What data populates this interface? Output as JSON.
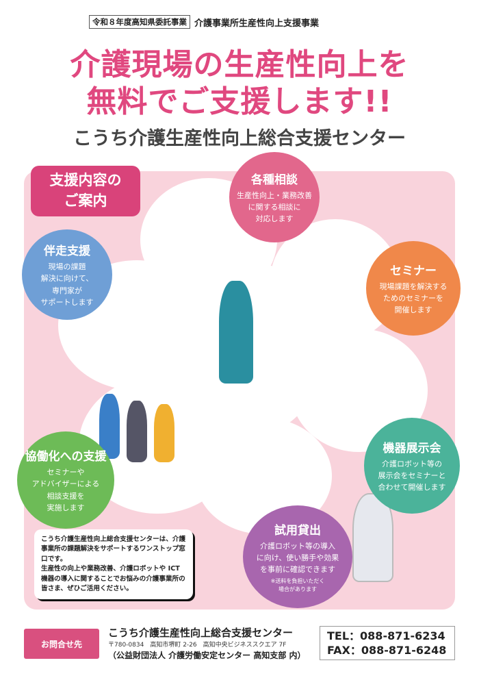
{
  "header": {
    "program_tag": "令和８年度高知県委託事業",
    "program_name": "介護事業所生産性向上支援事業",
    "title_line1": "介護現場の生産性向上を",
    "title_line2": "無料でご支援します!!",
    "subtitle": "こうち介護生産性向上総合支援センター"
  },
  "guide_label": "支援内容の\nご案内",
  "services": [
    {
      "title": "各種相談",
      "desc": "生産性向上・業務改善\nに関する相談に\n対応します",
      "color": "#e2678c"
    },
    {
      "title": "伴走支援",
      "desc": "現場の課題\n解決に向けて、\n専門家が\nサポートします",
      "color": "#6f9fd6"
    },
    {
      "title": "セミナー",
      "desc": "現場課題を解決する\nためのセミナーを\n開催します",
      "color": "#f0884a"
    },
    {
      "title": "協働化への支援",
      "desc": "セミナーや\nアドバイザーによる\n相談支援を\n実施します",
      "color": "#6dbb57"
    },
    {
      "title": "機器展示会",
      "desc": "介護ロボット等の\n展示会をセミナーと\n合わせて開催します",
      "color": "#4bb39a"
    },
    {
      "title": "試用貸出",
      "desc": "介護ロボット等の導入\nに向け、使い勝手や効果\nを事前に確認できます",
      "note": "※送料を負担いただく\n場合があります",
      "color": "#a866ae"
    }
  ],
  "about": {
    "p1": "こうち介護生産性向上総合支援センターは、介護事業所の課題解決をサポートするワンストップ窓口です。",
    "p2": "生産性の向上や業務改善、介護ロボットや ICT 機器の導入に関することでお悩みの介護事業所の皆さま、ぜひご活用ください。"
  },
  "footer": {
    "contact_label": "お問合せ先",
    "org": "こうち介護生産性向上総合支援センター",
    "address": "〒780-0834　高知市堺町 2-26　高知中央ビジネススクエア 7F",
    "parent": "（公益財団法人 介護労働安定センター 高知支部 内）",
    "tel": "TEL：088-871-6234",
    "fax": "FAX：088-871-6248"
  }
}
